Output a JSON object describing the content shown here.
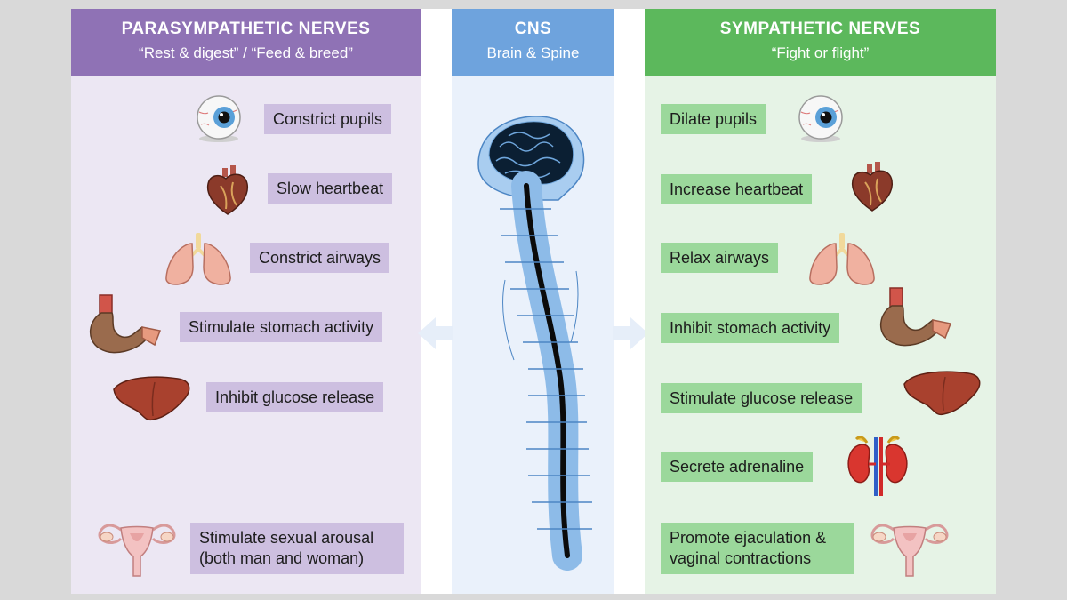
{
  "parasympathetic": {
    "title": "PARASYMPATHETIC NERVES",
    "subtitle": "“Rest & digest” / “Feed & breed”",
    "items": [
      {
        "label": "Constrict pupils",
        "icon": "eye-icon"
      },
      {
        "label": "Slow heartbeat",
        "icon": "heart-icon"
      },
      {
        "label": "Constrict airways",
        "icon": "lungs-icon"
      },
      {
        "label": "Stimulate stomach activity",
        "icon": "stomach-icon"
      },
      {
        "label": "Inhibit glucose release",
        "icon": "liver-icon"
      },
      {
        "label": "Stimulate sexual arousal (both man and woman)",
        "icon": "reproductive-organ-icon"
      }
    ]
  },
  "cns": {
    "title": "CNS",
    "subtitle": "Brain & Spine",
    "icon": "brain-spine-icon"
  },
  "sympathetic": {
    "title": "SYMPATHETIC NERVES",
    "subtitle": "“Fight or flight”",
    "items": [
      {
        "label": "Dilate pupils",
        "icon": "eye-icon"
      },
      {
        "label": "Increase heartbeat",
        "icon": "heart-icon"
      },
      {
        "label": "Relax airways",
        "icon": "lungs-icon"
      },
      {
        "label": "Inhibit stomach activity",
        "icon": "stomach-icon"
      },
      {
        "label": "Stimulate glucose release",
        "icon": "liver-icon"
      },
      {
        "label": "Secrete adrenaline",
        "icon": "kidney-adrenal-icon"
      },
      {
        "label": "Promote ejaculation & vaginal contractions",
        "icon": "reproductive-organ-icon"
      }
    ]
  },
  "colors": {
    "parasympathetic_header": "#8f72b5",
    "parasympathetic_panel": "#ece7f3",
    "parasympathetic_label": "#cdbfe0",
    "cns_header": "#6ea3dd",
    "cns_panel": "#eaf1fb",
    "sympathetic_header": "#5cb85c",
    "sympathetic_panel": "#e6f3e6",
    "sympathetic_label": "#9bd89b"
  }
}
